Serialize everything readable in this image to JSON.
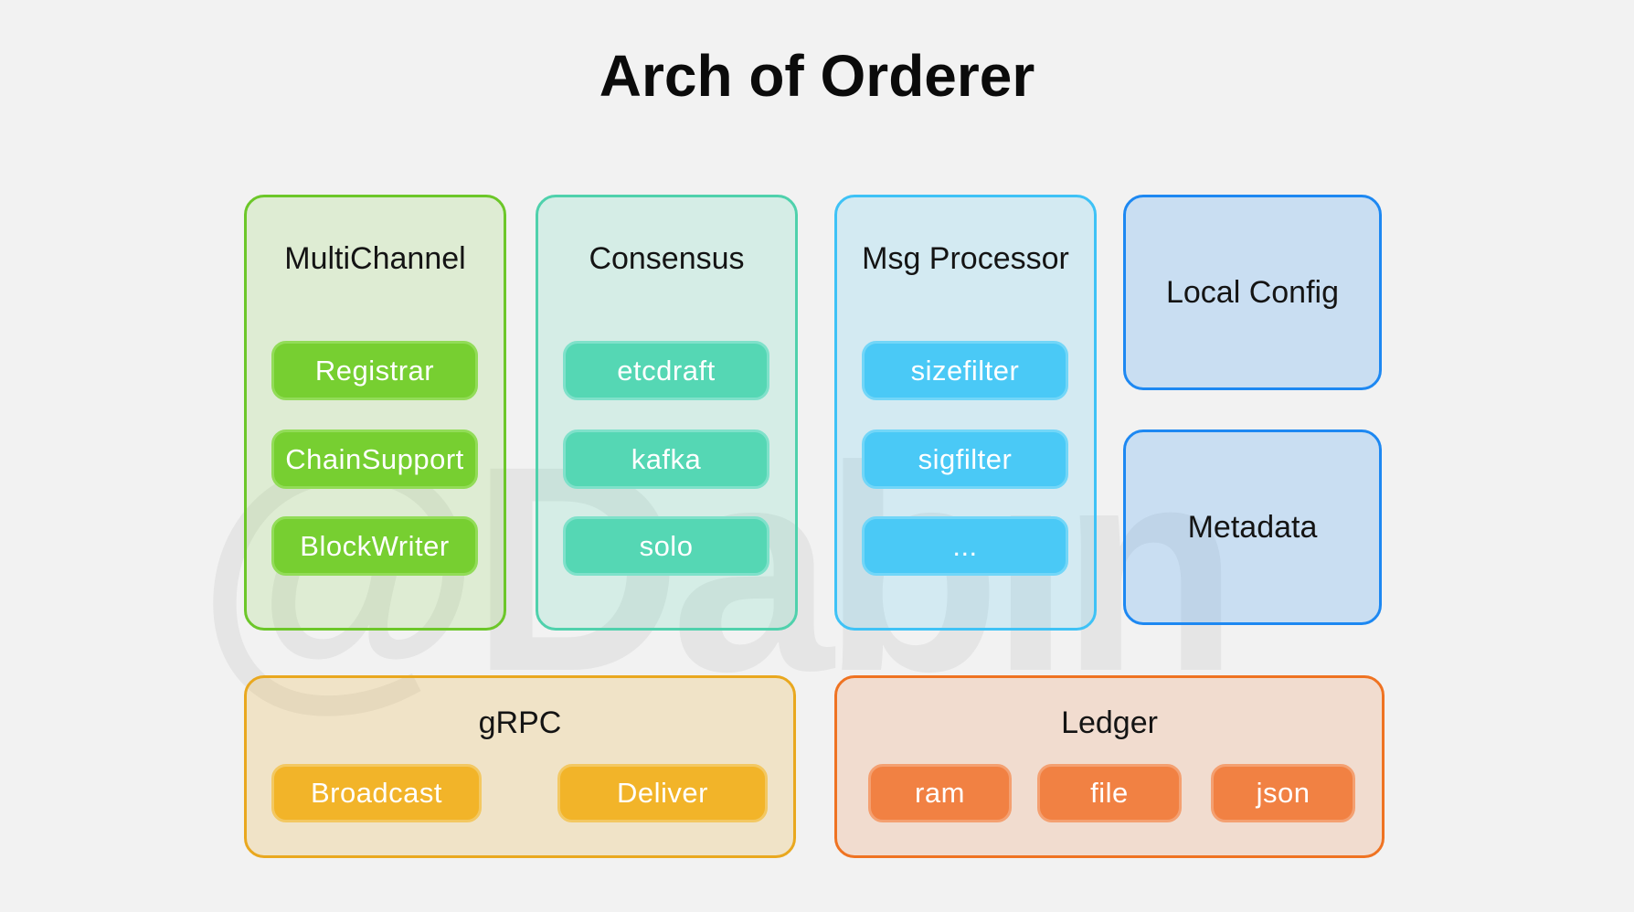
{
  "title": "Arch of Orderer",
  "watermark": "@Dabin",
  "colors": {
    "background": "#f2f2f2",
    "watermark_gray": "#e4e4e4",
    "green_border": "#6cc729",
    "green_chip": "#77cf31",
    "teal_border": "#4fd1ac",
    "teal_chip": "#55d7b4",
    "sky_border": "#3ec2f6",
    "sky_chip": "#4ac9f6",
    "blue_border": "#1d88f2",
    "amber_border": "#e9a81f",
    "amber_chip": "#f2b429",
    "orange_border": "#ef7322",
    "orange_chip": "#f18143"
  },
  "groups": [
    {
      "id": "multichannel",
      "label": "MultiChannel",
      "items": [
        "Registrar",
        "ChainSupport",
        "BlockWriter"
      ]
    },
    {
      "id": "consensus",
      "label": "Consensus",
      "items": [
        "etcdraft",
        "kafka",
        "solo"
      ]
    },
    {
      "id": "msg-processor",
      "label": "Msg Processor",
      "items": [
        "sizefilter",
        "sigfilter",
        "..."
      ]
    },
    {
      "id": "local-config",
      "label": "Local Config",
      "items": []
    },
    {
      "id": "metadata",
      "label": "Metadata",
      "items": []
    },
    {
      "id": "grpc",
      "label": "gRPC",
      "items": [
        "Broadcast",
        "Deliver"
      ]
    },
    {
      "id": "ledger",
      "label": "Ledger",
      "items": [
        "ram",
        "file",
        "json"
      ]
    }
  ]
}
